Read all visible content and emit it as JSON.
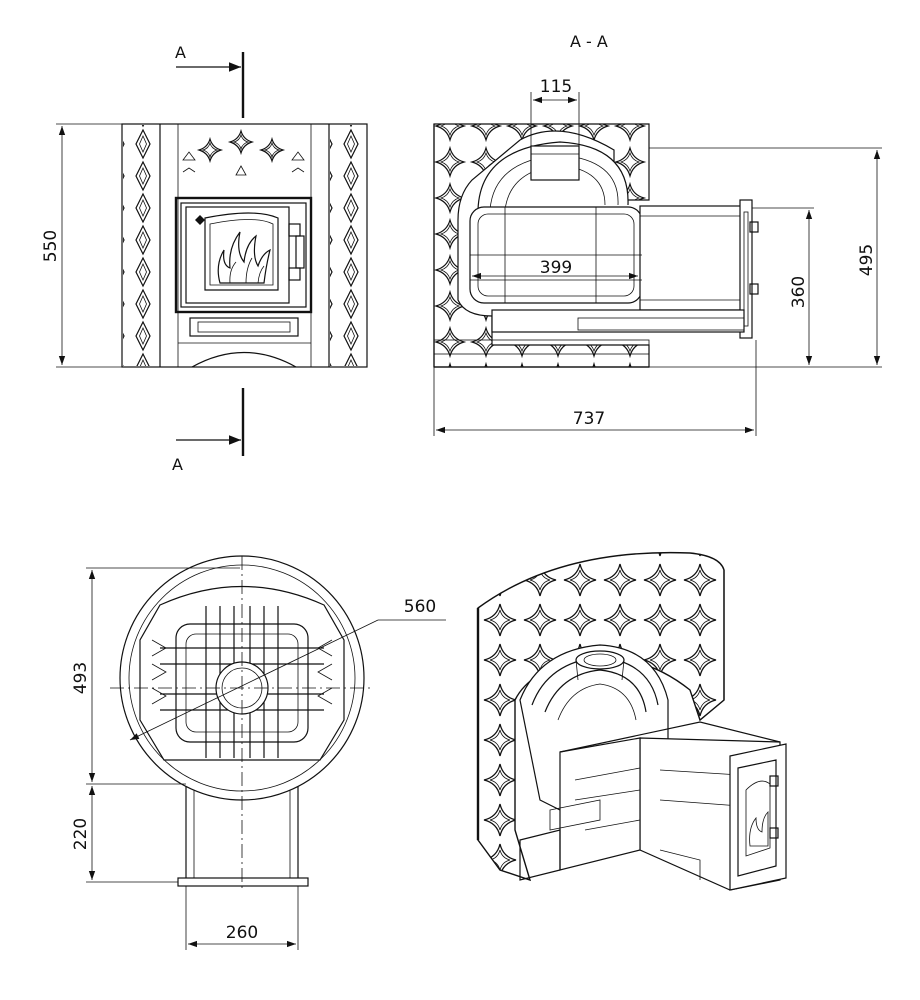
{
  "section": {
    "title": "A - A",
    "mark_top": "A",
    "mark_bottom": "A"
  },
  "dimensions": {
    "front_height": "550",
    "section_chimney": "115",
    "section_firebox_depth": "399",
    "section_height": "495",
    "section_door_height": "360",
    "section_total_length": "737",
    "top_diameter": "560",
    "top_depth": "493",
    "top_channel_length": "220",
    "top_channel_width": "260"
  },
  "colors": {
    "line": "#111111",
    "background": "#ffffff"
  }
}
